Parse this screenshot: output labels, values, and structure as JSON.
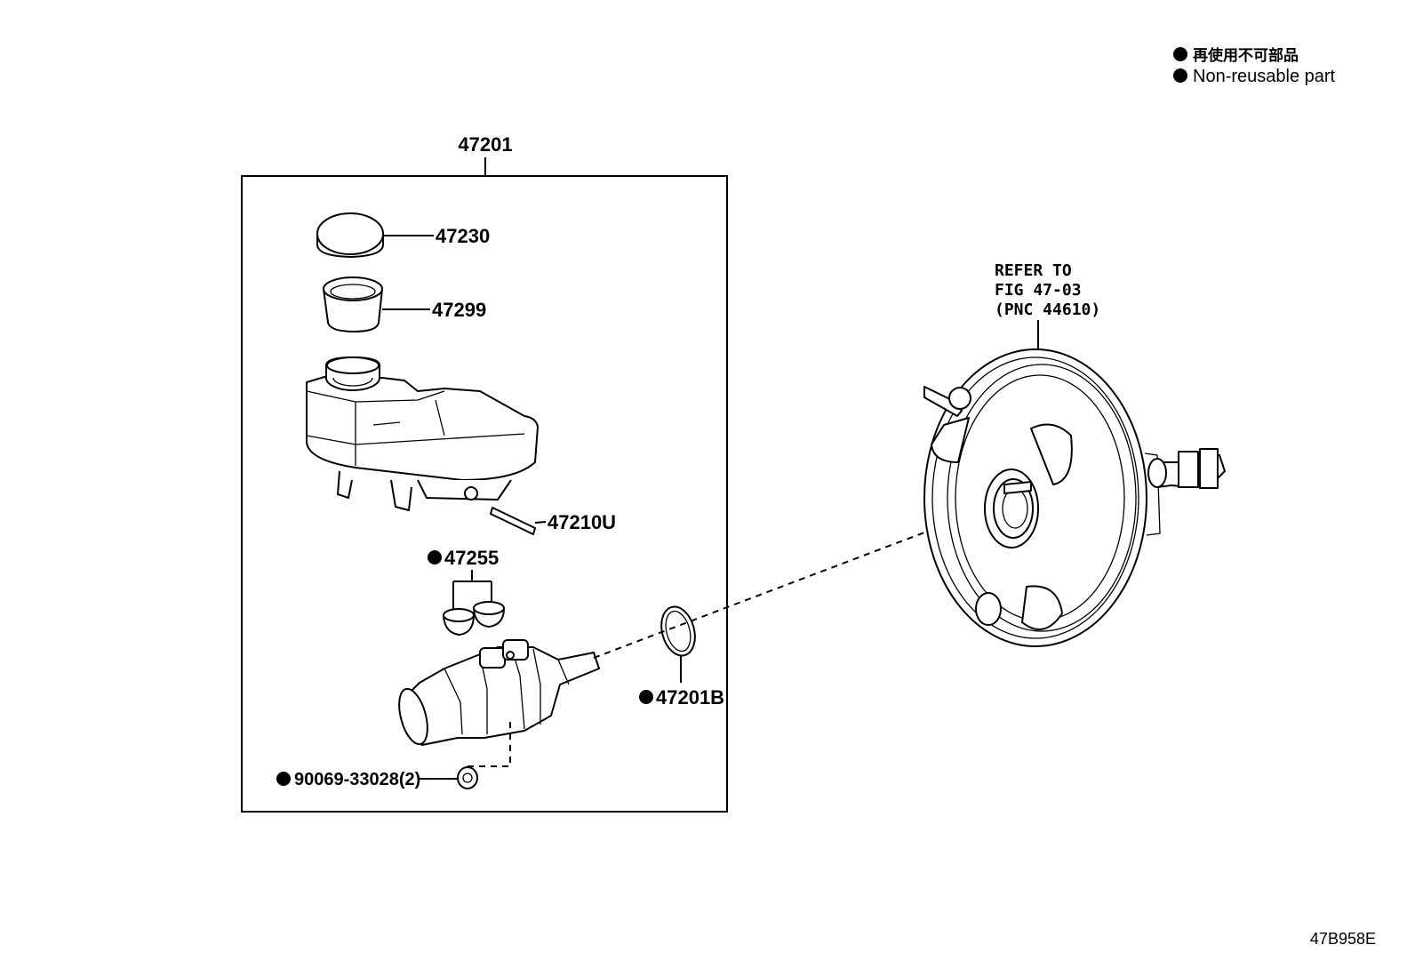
{
  "legend": {
    "line_jp": "再使用不可部品",
    "line_en": "Non-reusable part"
  },
  "assembly": {
    "label": "47201"
  },
  "parts": {
    "cap": "47230",
    "strainer": "47299",
    "pin": "47210U",
    "grommet": "47255",
    "o_ring": "47201B",
    "nut": "90069-33028(2)"
  },
  "refer": {
    "line1": "REFER TO",
    "line2": "FIG 47-03",
    "line3": "(PNC 44610)"
  },
  "figure_code": "47B958E",
  "non_reusable_marker": "●"
}
